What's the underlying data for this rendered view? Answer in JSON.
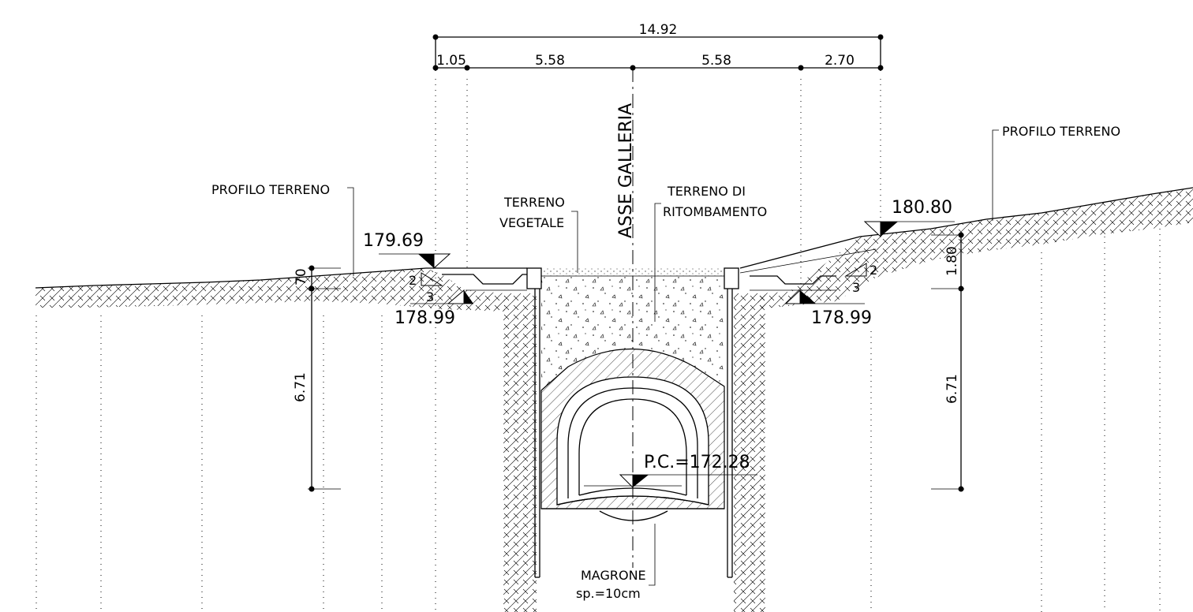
{
  "dimensions": {
    "total": "14.92",
    "d1": "1.05",
    "d2": "5.58",
    "d3": "5.58",
    "d4": "2.70",
    "left_small": "70",
    "left_depth": "6.71",
    "right_small": "1.80",
    "right_depth": "6.71"
  },
  "labels": {
    "axis": "ASSE GALLERIA",
    "ground_profile_left": "PROFILO TERRENO",
    "ground_profile_right": "PROFILO TERRENO",
    "topsoil_1": "TERRENO",
    "topsoil_2": "VEGETALE",
    "backfill_1": "TERRENO DI",
    "backfill_2": "RITOMBAMENTO",
    "lean_1": "MAGRONE",
    "lean_2": "sp.=10cm"
  },
  "elevations": {
    "left_top": "179.69",
    "left_bottom": "178.99",
    "right_top": "180.80",
    "right_bottom": "178.99",
    "rail": "P.C.=172.28"
  },
  "slopes": {
    "left_v": "2",
    "left_h": "3",
    "right_v": "2",
    "right_h": "3"
  }
}
